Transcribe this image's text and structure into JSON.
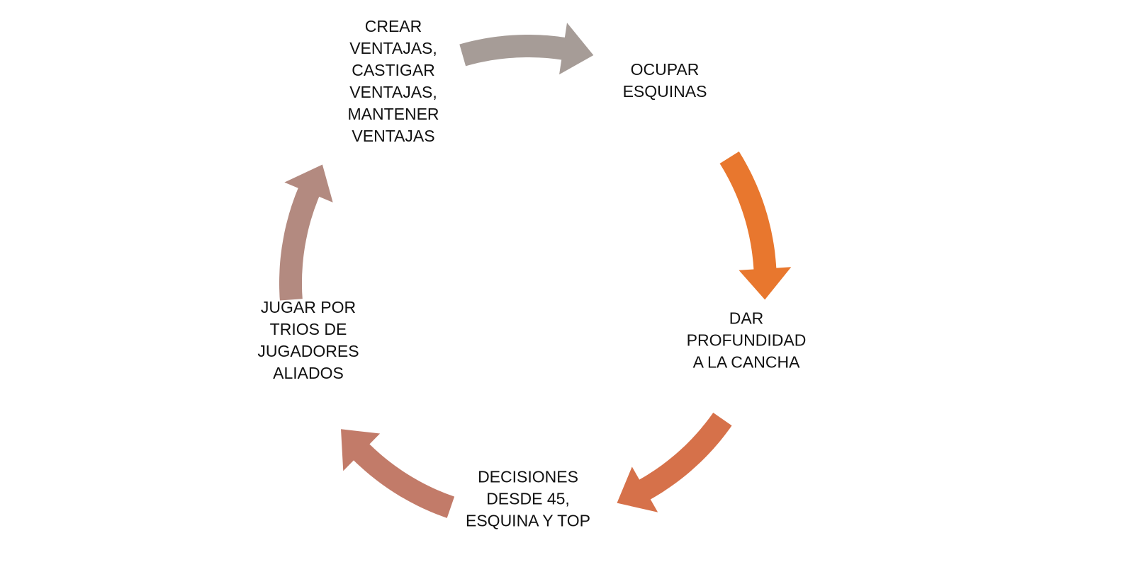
{
  "nodes": [
    {
      "id": "crear",
      "lines": [
        "CREAR",
        "VENTAJAS,",
        "CASTIGAR",
        "VENTAJAS,",
        "MANTENER",
        "VENTAJAS"
      ]
    },
    {
      "id": "ocupar",
      "lines": [
        "OCUPAR",
        "ESQUINAS"
      ]
    },
    {
      "id": "dar",
      "lines": [
        "DAR",
        "PROFUNDIDAD",
        "A LA CANCHA"
      ]
    },
    {
      "id": "decisiones",
      "lines": [
        "DECISIONES",
        "DESDE 45,",
        "ESQUINA Y TOP"
      ]
    },
    {
      "id": "jugar",
      "lines": [
        "JUGAR POR",
        "TRIOS DE",
        "JUGADORES",
        "ALIADOS"
      ]
    }
  ],
  "arrows": [
    {
      "from": "crear",
      "to": "ocupar",
      "color": "#a69c97"
    },
    {
      "from": "ocupar",
      "to": "dar",
      "color": "#e8772e"
    },
    {
      "from": "dar",
      "to": "decisiones",
      "color": "#d6714a"
    },
    {
      "from": "decisiones",
      "to": "jugar",
      "color": "#c27b69"
    },
    {
      "from": "jugar",
      "to": "crear",
      "color": "#b38a80"
    }
  ]
}
